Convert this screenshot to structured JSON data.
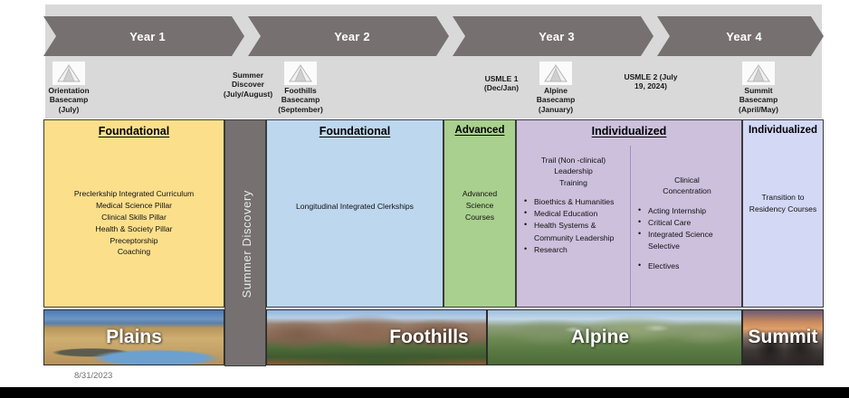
{
  "timeline": {
    "years": [
      {
        "label": "Year 1"
      },
      {
        "label": "Year 2"
      },
      {
        "label": "Year 3"
      },
      {
        "label": "Year 4"
      }
    ]
  },
  "milestones": [
    {
      "icon": "tent-icon",
      "has_icon": true,
      "text": "Orientation\nBasecamp\n(July)"
    },
    {
      "icon": "",
      "has_icon": false,
      "text": "Summer\nDiscover\n(July/August)"
    },
    {
      "icon": "tent-icon",
      "has_icon": true,
      "text": "Foothills\nBasecamp\n(September)"
    },
    {
      "icon": "",
      "has_icon": false,
      "text": "USMLE 1\n(Dec/Jan)"
    },
    {
      "icon": "tent-icon",
      "has_icon": true,
      "text": "Alpine\nBasecamp\n(January)"
    },
    {
      "icon": "",
      "has_icon": false,
      "text": "USMLE 2 (July\n19, 2024)"
    },
    {
      "icon": "tent-icon",
      "has_icon": true,
      "text": "Summit\nBasecamp\n(April/May)"
    }
  ],
  "columns": {
    "foundational_year1": {
      "header": "Foundational",
      "body": "Preclerkship Integrated Curriculum\nMedical Science Pillar\nClinical Skills Pillar\nHealth & Society Pillar\nPreceptorship\nCoaching",
      "color": "#fbdf8b"
    },
    "summer": {
      "label": "Summer Discovery",
      "color": "#767070"
    },
    "foundational_year2": {
      "header": "Foundational",
      "body": "Longitudinal Integrated Clerkships",
      "color": "#bdd7ee"
    },
    "advanced": {
      "header": "Advanced",
      "body": "Advanced\nScience\nCourses",
      "color": "#a9d08e"
    },
    "individualized": {
      "header": "Individualized",
      "color": "#ccc0dd",
      "left": {
        "subtitle": "Trail (Non -clinical)\nLeadership\nTraining",
        "items": [
          "Bioethics & Humanities",
          "Medical Education",
          "Health Systems & Community Leadership",
          "Research"
        ]
      },
      "right": {
        "subtitle": "Clinical\nConcentration",
        "items": [
          "Acting Internship",
          "Critical Care",
          "Integrated Science Selective",
          "Electives"
        ]
      }
    },
    "individualized_year4": {
      "header": "Individualized",
      "body": "Transition to\nResidency Courses",
      "color": "#d3d8f5"
    }
  },
  "banners": [
    {
      "label": "Plains"
    },
    {
      "label": "Foothills"
    },
    {
      "label": "Alpine"
    },
    {
      "label": "Summit"
    }
  ],
  "footer": {
    "date": "8/31/2023"
  }
}
